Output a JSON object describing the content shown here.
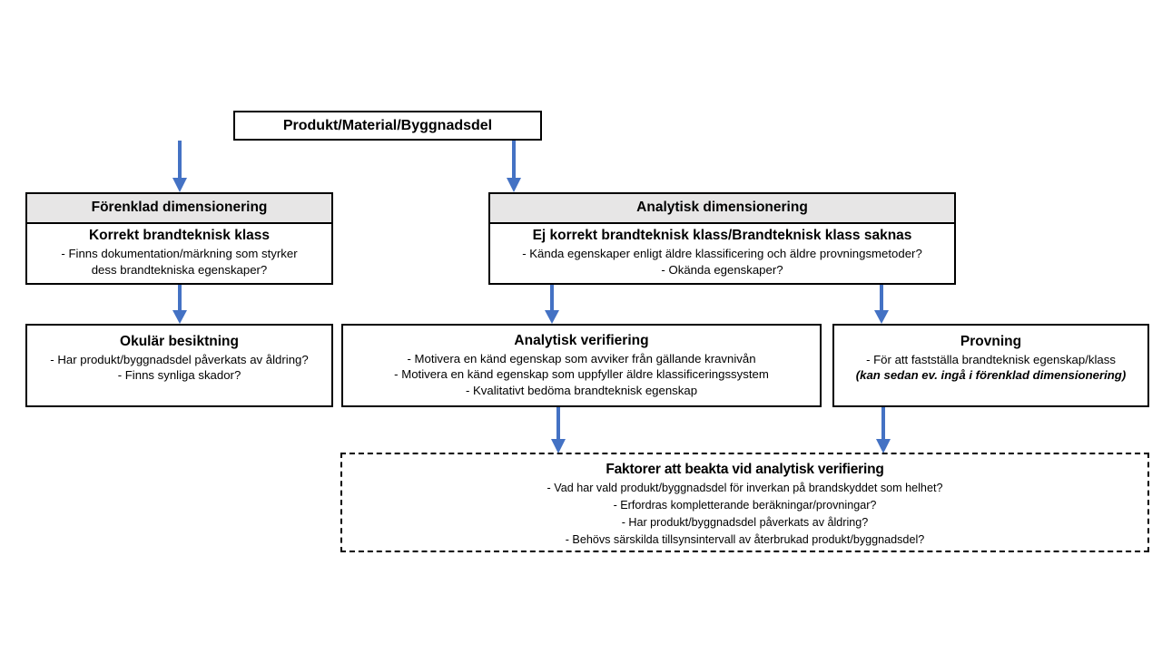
{
  "diagram": {
    "title": "Produkt/Material/Byggnadsdel flowchart",
    "accent_color": "#4472C4",
    "band_color": "#E7E6E6",
    "border_color": "#000000",
    "background": "#FFFFFF"
  },
  "nodes": {
    "root": {
      "label": "Produkt/Material/Byggnadsdel"
    },
    "forenklad": {
      "band": "Förenklad dimensionering",
      "title": "Korrekt brandteknisk klass",
      "lines": [
        "- Finns dokumentation/märkning  som styrker",
        "dess brandtekniska egenskaper?"
      ]
    },
    "analytisk": {
      "band": "Analytisk dimensionering",
      "title": "Ej korrekt brandteknisk klass/Brandteknisk klass saknas",
      "lines": [
        "- Kända egenskaper enligt äldre klassificering och äldre provningsmetoder?",
        "- Okända egenskaper?"
      ]
    },
    "okular": {
      "title": "Okulär besiktning",
      "lines": [
        "- Har produkt/byggnadsdel  påverkats av åldring?",
        "- Finns synliga skador?"
      ]
    },
    "verifiering": {
      "title": "Analytisk verifiering",
      "lines": [
        "-   Motivera  en känd egenskap som avviker från gällande kravnivån",
        "-   Motivera en känd egenskap som uppfyller äldre klassificeringssystem",
        "- Kvalitativt bedöma  brandteknisk egenskap"
      ]
    },
    "provning": {
      "title": "Provning",
      "lines": [
        "-    För att fastställa brandteknisk egenskap/klass",
        "(kan sedan ev. ingå i förenklad dimensionering)"
      ]
    },
    "faktorer": {
      "title": "Faktorer att beakta vid analytisk verifiering",
      "lines": [
        "- Vad har vald produkt/byggnadsdel för inverkan på brandskyddet som helhet?",
        "- Erfordras kompletterande  beräkningar/provningar?",
        "- Har produkt/byggnadsdel  påverkats av åldring?",
        "- Behövs särskilda tillsynsintervall av återbrukad produkt/byggnadsdel?"
      ]
    }
  },
  "connectors": [
    {
      "name": "root-to-forenklad",
      "from": "root",
      "to": "forenklad"
    },
    {
      "name": "root-to-analytisk",
      "from": "root",
      "to": "analytisk"
    },
    {
      "name": "forenklad-to-okular",
      "from": "forenklad",
      "to": "okular"
    },
    {
      "name": "analytisk-to-verifiering",
      "from": "analytisk",
      "to": "verifiering"
    },
    {
      "name": "analytisk-to-provning",
      "from": "analytisk",
      "to": "provning"
    },
    {
      "name": "verifiering-to-faktorer",
      "from": "verifiering",
      "to": "faktorer"
    },
    {
      "name": "provning-to-faktorer",
      "from": "provning",
      "to": "faktorer"
    }
  ]
}
